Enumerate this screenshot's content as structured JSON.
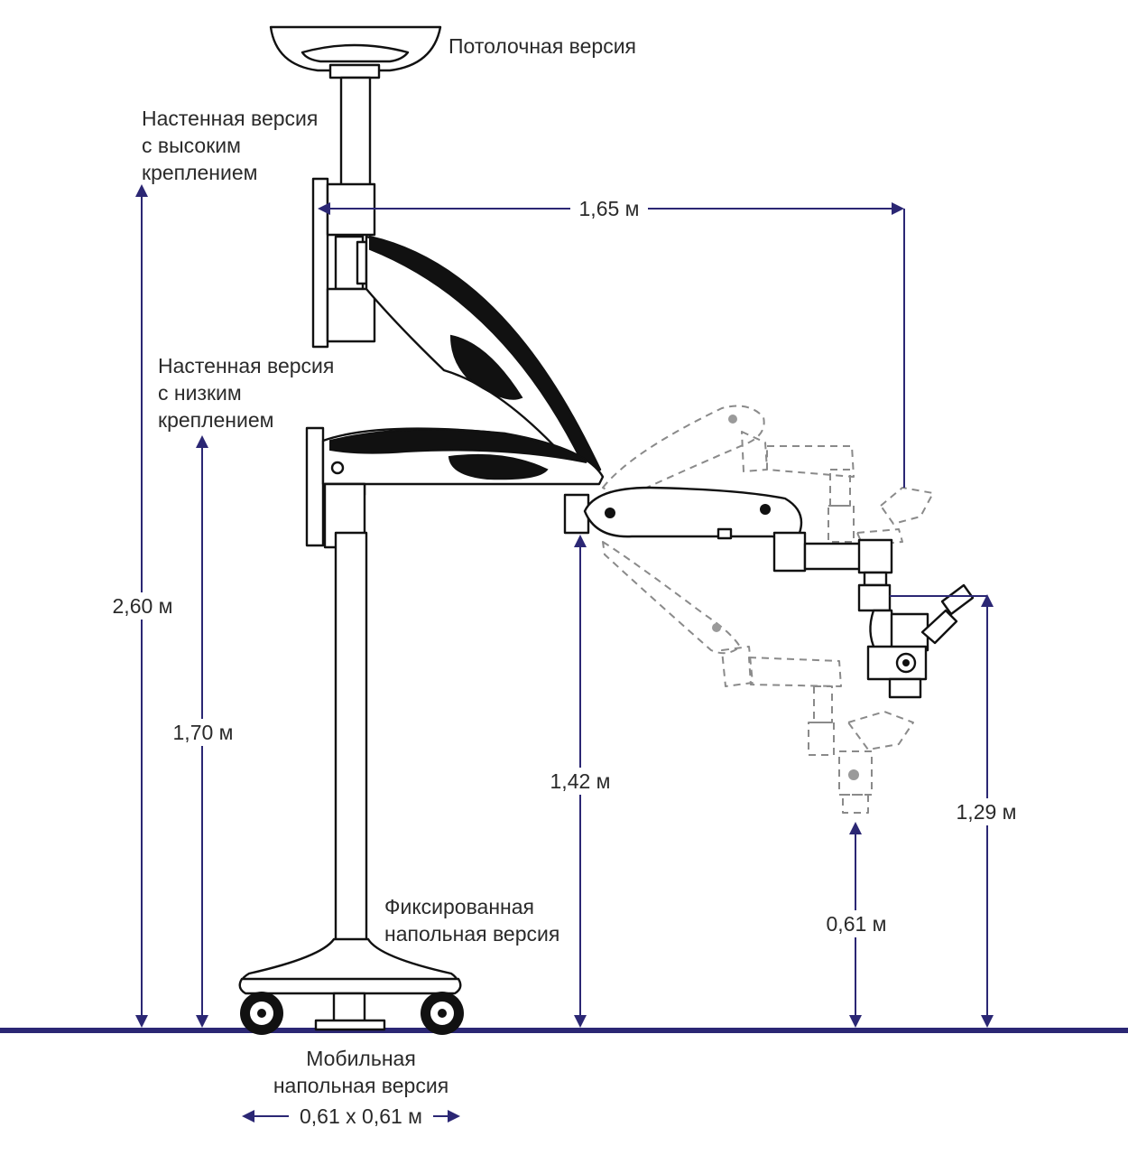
{
  "labels": {
    "ceiling": "Потолочная версия",
    "wall_high": [
      "Настенная версия",
      "с высоким",
      "креплением"
    ],
    "wall_low": [
      "Настенная версия",
      "с низким",
      "креплением"
    ],
    "floor_fixed": [
      "Фиксированная",
      "напольная версия"
    ],
    "floor_mobile": [
      "Мобильная",
      "напольная версия"
    ]
  },
  "dimensions": {
    "reach": "1,65 м",
    "height_ceiling": "2,60 м",
    "height_wall_low": "1,70 м",
    "height_arm": "1,42 м",
    "height_micro_top": "1,29 м",
    "height_micro_low": "0,61 м",
    "base_size": "0,61 x 0,61 м"
  },
  "colors": {
    "dimension_line": "#2b2774",
    "floor_line": "#2b2774",
    "drawing_ink": "#111111",
    "ghost_positions": "#8a8a8a"
  }
}
